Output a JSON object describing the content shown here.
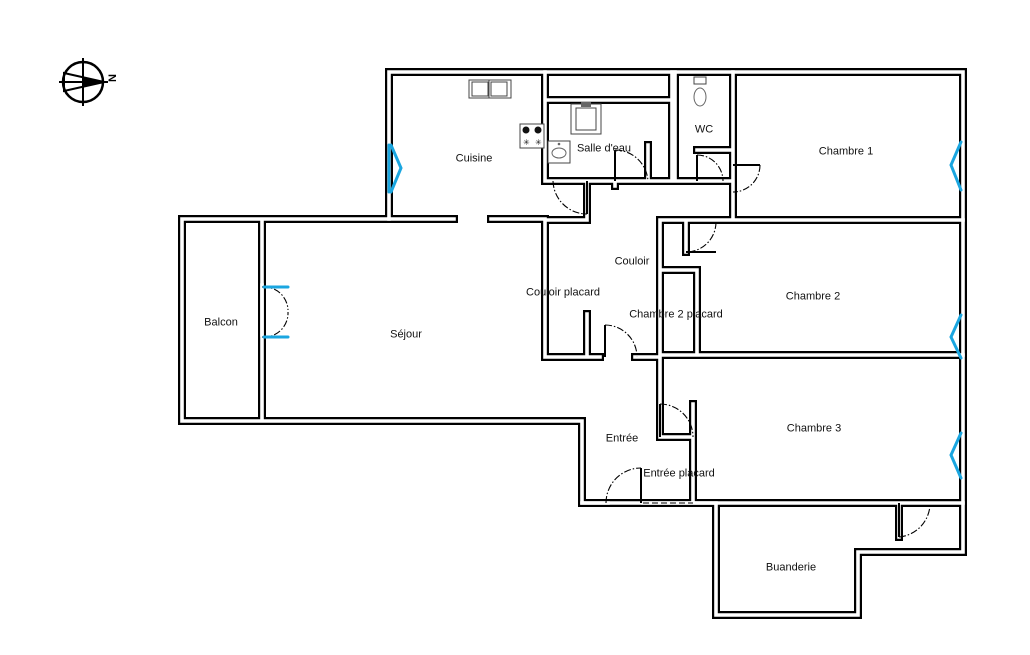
{
  "rooms": {
    "cuisine": "Cuisine",
    "salle_deau": "Salle d'eau",
    "wc": "WC",
    "chambre1": "Chambre 1",
    "couloir": "Couloir",
    "couloir_placard": "Couloir placard",
    "chambre2_placard": "Chambre 2 placard",
    "chambre2": "Chambre 2",
    "balcon": "Balcon",
    "sejour": "Séjour",
    "entree": "Entrée",
    "entree_placard": "Entrée placard",
    "chambre3": "Chambre 3",
    "buanderie": "Buanderie"
  },
  "compass": {
    "letter": "N"
  },
  "colors": {
    "walls": "#000000",
    "windows": "#1aa6e0",
    "background": "#ffffff"
  }
}
